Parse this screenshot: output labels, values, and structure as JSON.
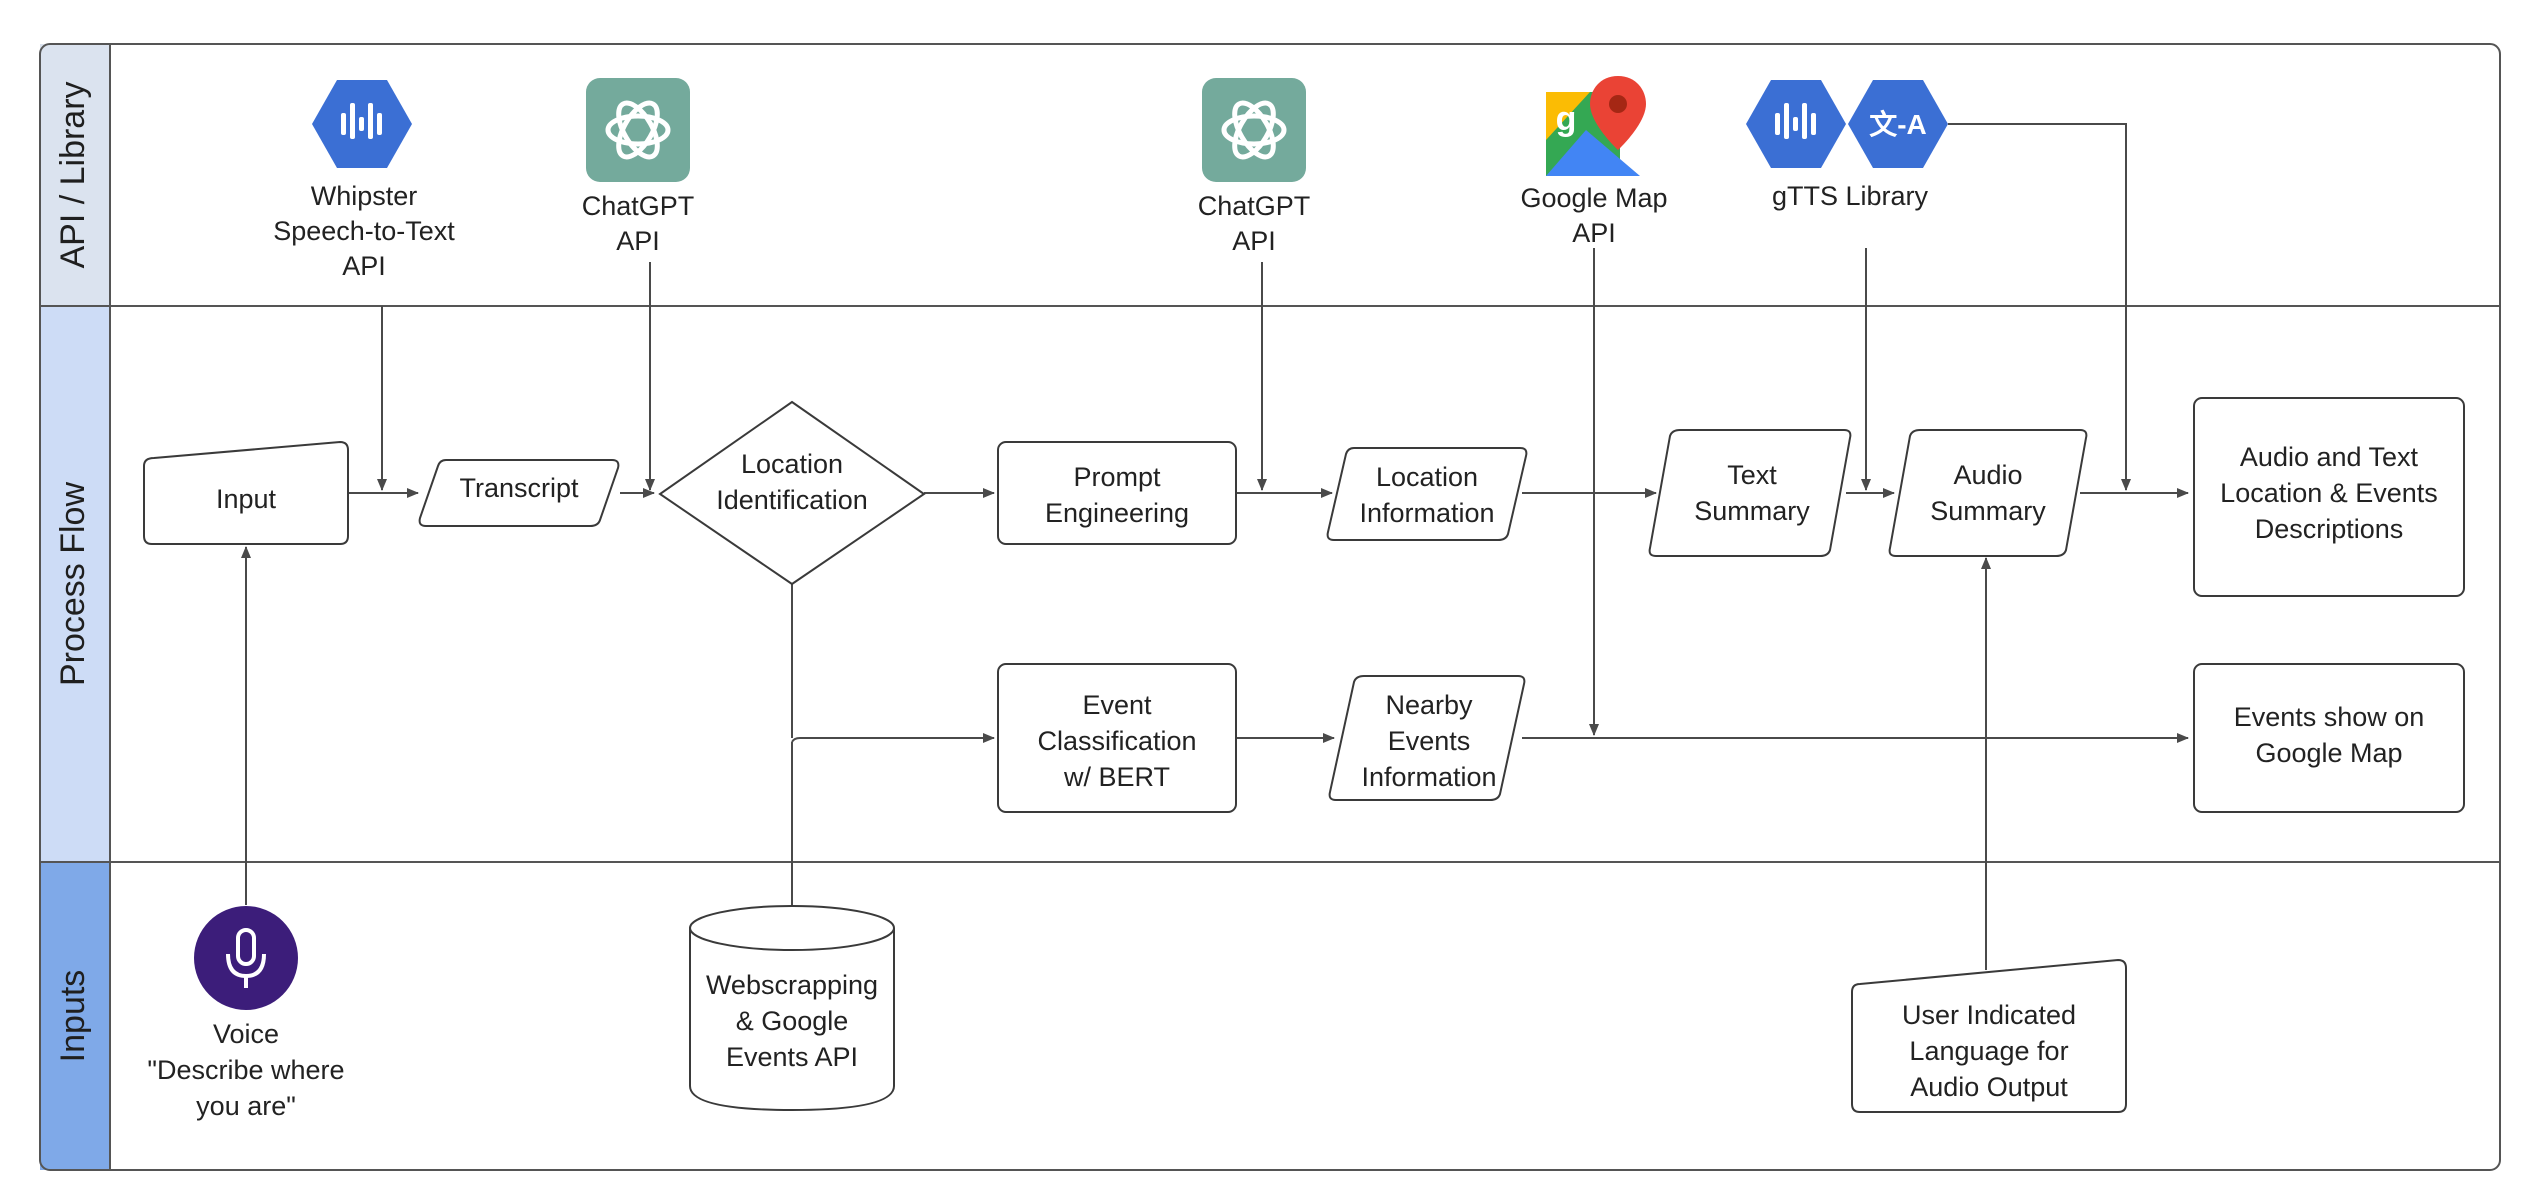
{
  "lanes": [
    {
      "label": "API / Library",
      "band_color": "#dbe3ef"
    },
    {
      "label": "Process Flow",
      "band_color": "#cddcf6"
    },
    {
      "label": "Inputs",
      "band_color": "#7fa9e8"
    }
  ],
  "api": {
    "whisper": [
      "Whipster",
      "Speech-to-Text",
      "API"
    ],
    "chatgpt_1": [
      "ChatGPT",
      "API"
    ],
    "chatgpt_2": [
      "ChatGPT",
      "API"
    ],
    "google_map": [
      "Google Map",
      "API"
    ],
    "gtts": [
      "gTTS Library"
    ],
    "translate_glyph": "文-A"
  },
  "process": {
    "input": [
      "Input"
    ],
    "transcript": [
      "Transcript"
    ],
    "location_identification": [
      "Location",
      "Identification"
    ],
    "prompt_engineering": [
      "Prompt",
      "Engineering"
    ],
    "location_information": [
      "Location",
      "Information"
    ],
    "text_summary": [
      "Text",
      "Summary"
    ],
    "audio_summary": [
      "Audio",
      "Summary"
    ],
    "output_audio_text": [
      "Audio and Text",
      "Location & Events",
      "Descriptions"
    ],
    "event_classification": [
      "Event",
      "Classification",
      "w/ BERT"
    ],
    "nearby_events": [
      "Nearby",
      "Events",
      "Information"
    ],
    "events_map": [
      "Events show on",
      "Google Map"
    ]
  },
  "inputs": {
    "voice": [
      "Voice",
      "\"Describe where",
      "you are\""
    ],
    "webscrapping": [
      "Webscrapping",
      "& Google",
      "Events API"
    ],
    "user_language": [
      "User Indicated",
      "Language for",
      "Audio Output"
    ]
  },
  "colors": {
    "google_blue": "#3b6fd4",
    "chatgpt_green": "#74aa9c",
    "mic_purple": "#3c1d7a",
    "line": "#4a4a4a",
    "border": "#3a3a3a"
  },
  "icons": [
    "sound-wave-icon",
    "chatgpt-logo-icon",
    "google-maps-icon",
    "translate-icon",
    "microphone-icon"
  ]
}
